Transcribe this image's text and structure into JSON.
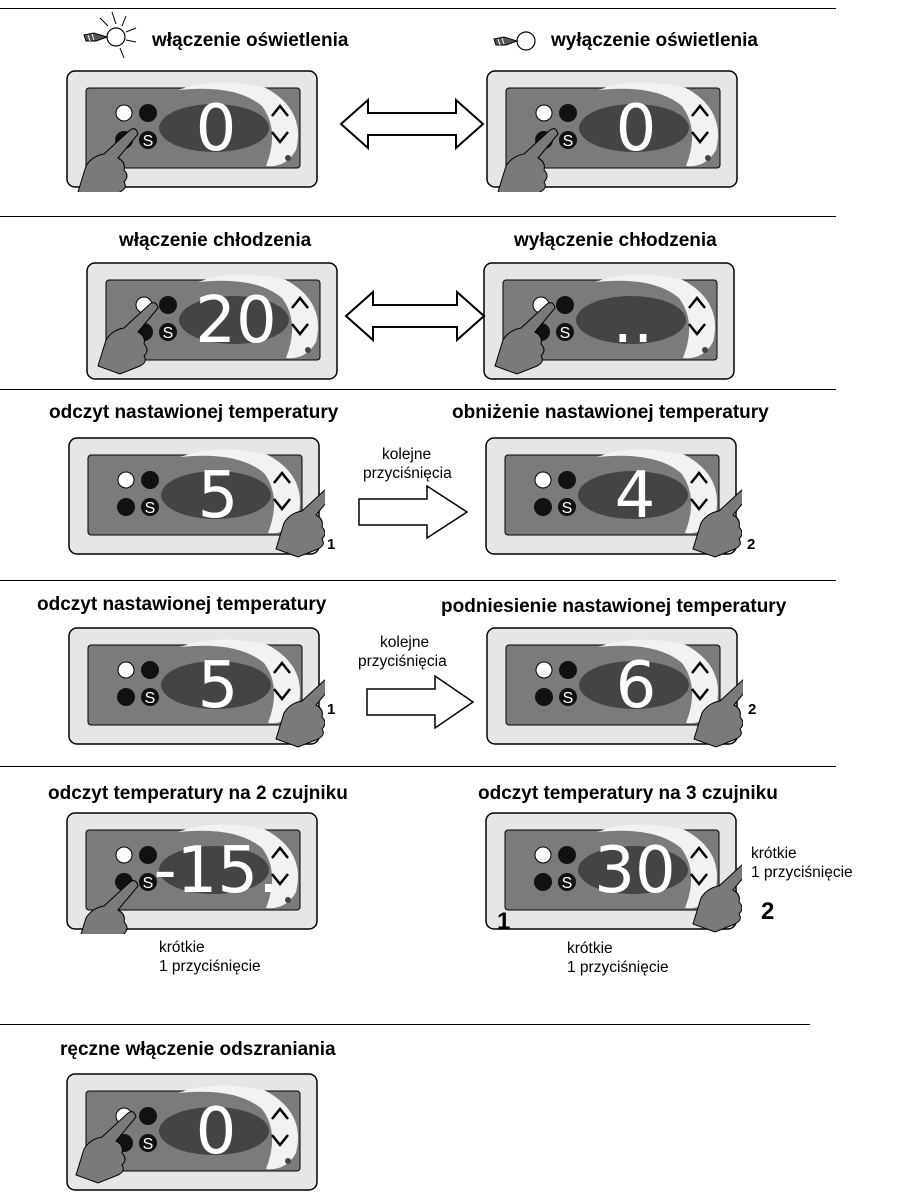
{
  "section_titles": [
    "włączenie oświetlenia",
    "wyłączenie oświetlenia",
    "włączenie chłodzenia",
    "wyłączenie chłodzenia",
    "odczyt nastawionej temperatury",
    "obniżenie nastawionej temperatury",
    "odczyt nastawionej temperatury",
    "podniesienie nastawionej temperatury",
    "odczyt temperatury na 2 czujniku",
    "odczyt temperatury na 3 czujniku",
    "ręczne włączenie odszraniania"
  ],
  "displays": [
    "0",
    "0",
    "20",
    "..",
    "5",
    "4",
    "5",
    "6",
    "-15.",
    "30",
    "0"
  ],
  "press_counts": [
    "1",
    "2",
    "1",
    "2",
    "1",
    "2"
  ],
  "notes": {
    "kolejne": "kolejne",
    "przycisniecia": "przyciśnięcia",
    "krotkie": "krótkie",
    "jedno_przycisniecie": "1 przyciśnięcie"
  },
  "colors": {
    "panel_frame": "#e6e6e6",
    "panel_face": "#7b7b7b",
    "display_window": "#444444",
    "hand": "#7a7a7a"
  },
  "icons": [
    "snowflake-icon",
    "flame-icon",
    "light-icon",
    "s-button",
    "up-arrow-icon",
    "down-arrow-icon",
    "defrost-icon",
    "light-bulb-icon",
    "hand-icon"
  ]
}
